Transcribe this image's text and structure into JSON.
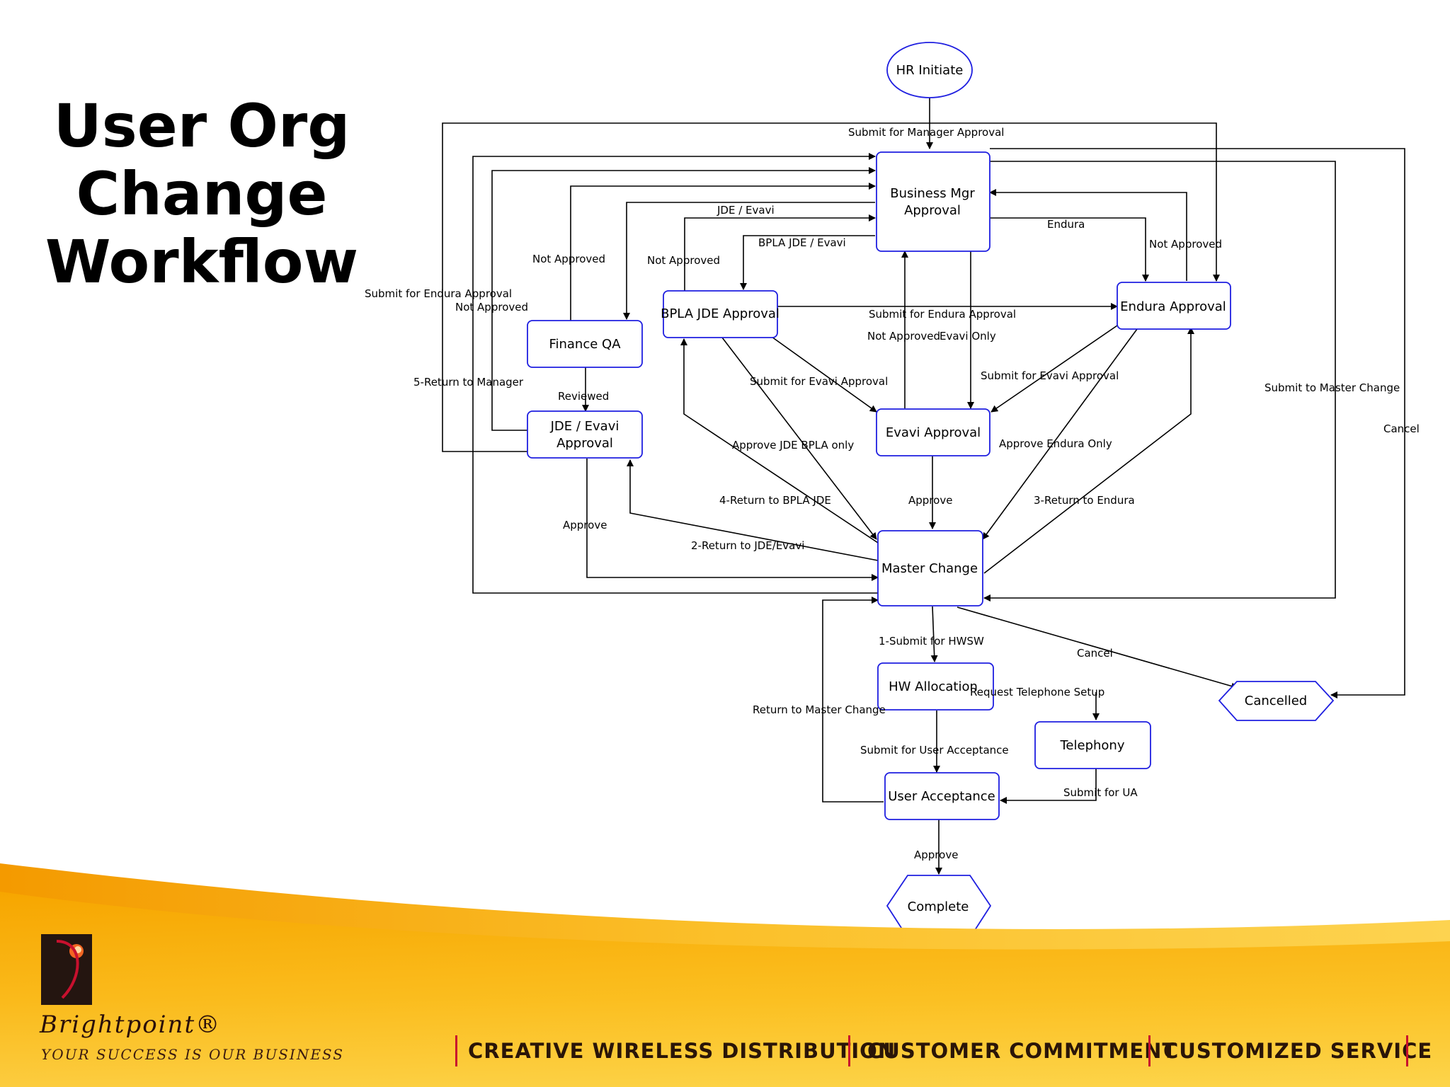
{
  "title": "User Org\nChange\nWorkflow",
  "diagram": {
    "nodes": {
      "hr_initiate": "HR Initiate",
      "business_mgr_1": "Business Mgr",
      "business_mgr_2": "Approval",
      "finance_qa": "Finance QA",
      "bpla_jde": "BPLA JDE Approval",
      "endura": "Endura Approval",
      "jde_evavi_1": "JDE / Evavi",
      "jde_evavi_2": "Approval",
      "evavi": "Evavi Approval",
      "master_change": "Master Change",
      "hw_allocation": "HW Allocation",
      "cancelled": "Cancelled",
      "telephony": "Telephony",
      "user_acceptance": "User Acceptance",
      "complete": "Complete"
    },
    "edges": {
      "submit_manager": "Submit for Manager Approval",
      "jde_evavi": "JDE / Evavi",
      "bpla_jde_evavi": "BPLA JDE / Evavi",
      "endura": "Endura",
      "not_approved_endura": "Not Approved",
      "not_approved_finance": "Not Approved",
      "not_approved_bpla": "Not Approved",
      "submit_endura_left": "Submit for Endura Approval",
      "not_approved_left": "Not Approved",
      "submit_endura_mid": "Submit for Endura Approval",
      "not_approved_mid": "Not Approved",
      "evavi_only": "Evavi Only",
      "return_manager": "5-Return to Manager",
      "reviewed": "Reviewed",
      "submit_evavi_1": "Submit for Evavi Approval",
      "submit_evavi_2": "Submit for Evavi Approval",
      "submit_master": "Submit to Master Change",
      "cancel_right": "Cancel",
      "approve_jde_bpla": "Approve JDE BPLA only",
      "approve_endura": "Approve Endura Only",
      "approve_jde": "Approve",
      "approve_evavi": "Approve",
      "return_bpla": "4-Return to BPLA JDE",
      "return_endura": "3-Return to Endura",
      "return_jde_evavi": "2-Return to JDE/Evavi",
      "submit_hwsw": "1-Submit for HWSW",
      "cancel_master": "Cancel",
      "request_telephone": "Request Telephone Setup",
      "return_master": "Return to Master Change",
      "submit_ua": "Submit for User Acceptance",
      "submit_for_ua": "Submit for UA",
      "approve_complete": "Approve"
    }
  },
  "footer": {
    "brand": "Brightpoint®",
    "tagline": "YOUR SUCCESS IS OUR BUSINESS",
    "items": [
      "CREATIVE WIRELESS DISTRIBUTION",
      "CUSTOMER COMMITMENT",
      "CUSTOMIZED SERVICE"
    ]
  },
  "colors": {
    "node_border": "#1f1fe0",
    "footer_orange": "#f7a800",
    "footer_yellow": "#fdd54a",
    "separator_red": "#c8102e"
  }
}
